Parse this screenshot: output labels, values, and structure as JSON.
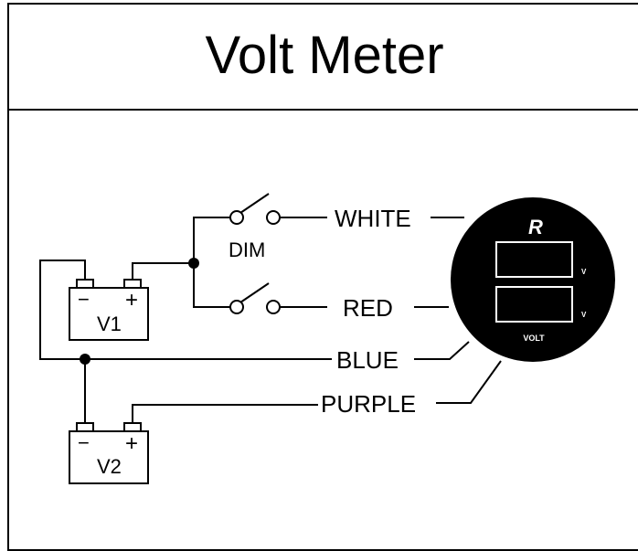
{
  "title": "Volt Meter",
  "switch_label": "DIM",
  "batteries": [
    {
      "label": "V1",
      "neg": "−",
      "pos": "+"
    },
    {
      "label": "V2",
      "neg": "−",
      "pos": "+"
    }
  ],
  "wires": {
    "white": "WHITE",
    "red": "RED",
    "blue": "BLUE",
    "purple": "PURPLE"
  },
  "meter": {
    "brand_mark": "R",
    "unit_top": "V",
    "unit_bottom": "V",
    "label": "VOLT",
    "face_color": "#000000"
  }
}
